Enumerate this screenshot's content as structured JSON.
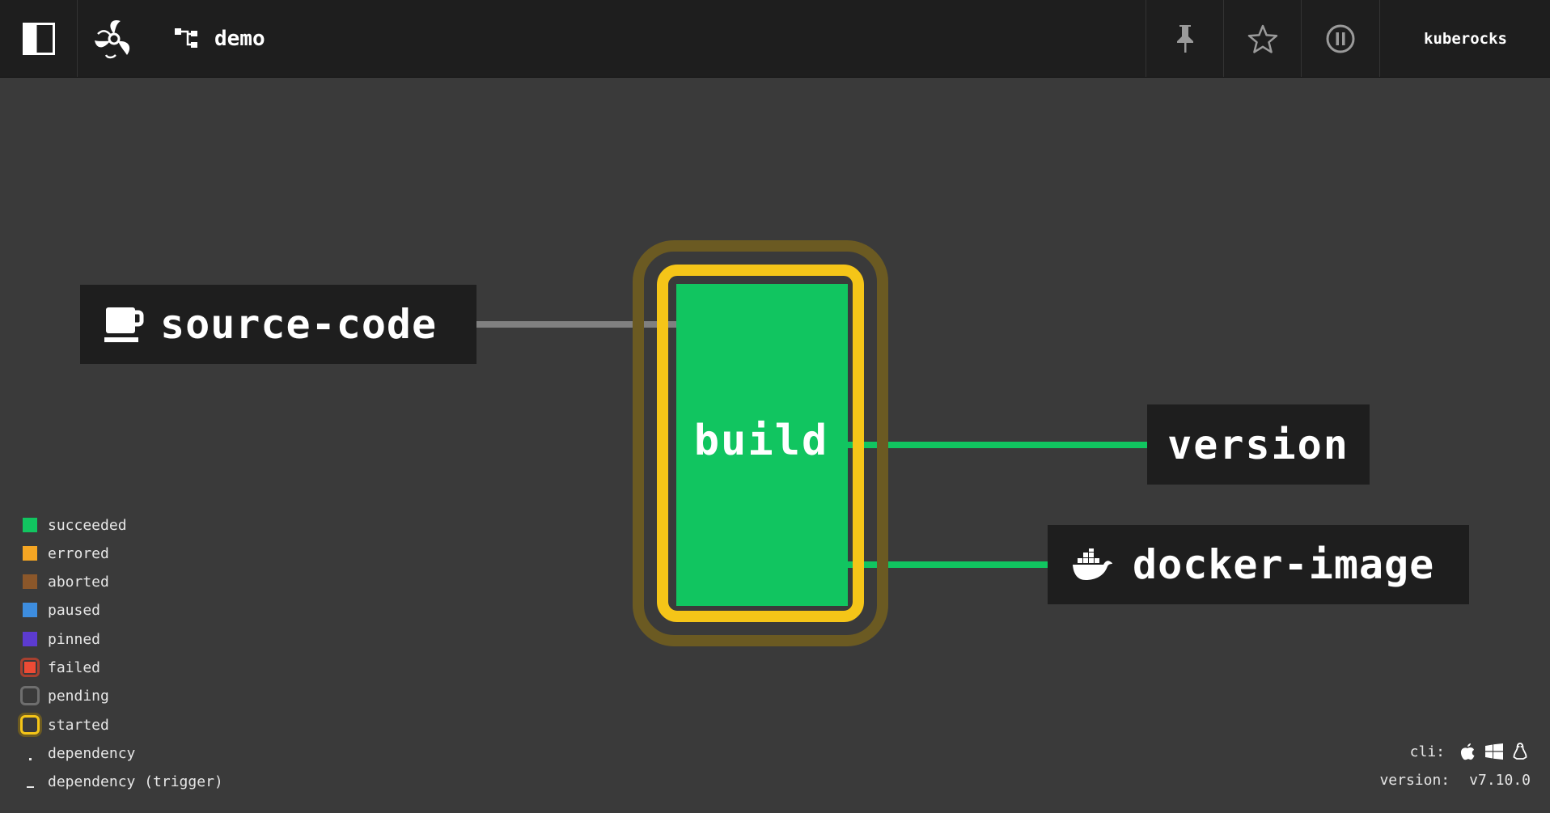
{
  "topbar": {
    "pipeline_name": "demo",
    "user": "kuberocks"
  },
  "graph": {
    "source_resource": "source-code",
    "job": "build",
    "output_resources": [
      "version",
      "docker-image"
    ],
    "job_status": "succeeded",
    "job_running_state": "started",
    "colors": {
      "succeeded": "#11c560",
      "started": "#f5c518",
      "source_edge": "#808080",
      "output_edge": "#11c560"
    }
  },
  "legend": {
    "items": [
      {
        "label": "succeeded",
        "color": "#11c560"
      },
      {
        "label": "errored",
        "color": "#f5a623"
      },
      {
        "label": "aborted",
        "color": "#8b572a"
      },
      {
        "label": "paused",
        "color": "#3d8ddf"
      },
      {
        "label": "pinned",
        "color": "#5c3bd1"
      },
      {
        "label": "failed",
        "color": "#ed4b35"
      },
      {
        "label": "pending",
        "color": "#9b9b9b"
      },
      {
        "label": "started",
        "color": "#f5c518"
      },
      {
        "label": "dependency"
      },
      {
        "label": "dependency (trigger)"
      }
    ]
  },
  "footer": {
    "cli_label": "cli:",
    "version_label": "version:",
    "version_value": "v7.10.0",
    "cli_platforms": [
      "apple-icon",
      "windows-icon",
      "linux-icon"
    ]
  }
}
